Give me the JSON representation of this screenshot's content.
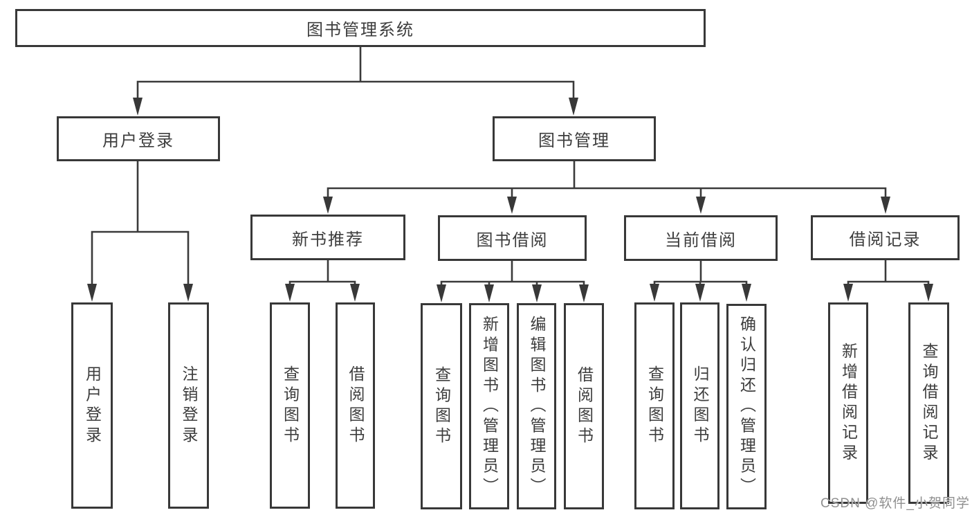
{
  "tree": {
    "label": "图书管理系统",
    "children": [
      {
        "label": "用户登录",
        "children": [
          {
            "label": "用户登录"
          },
          {
            "label": "注销登录"
          }
        ]
      },
      {
        "label": "图书管理",
        "children": [
          {
            "label": "新书推荐",
            "children": [
              {
                "label": "查询图书"
              },
              {
                "label": "借阅图书"
              }
            ]
          },
          {
            "label": "图书借阅",
            "children": [
              {
                "label": "查询图书"
              },
              {
                "label": "新增图书（管理员）"
              },
              {
                "label": "编辑图书（管理员）"
              },
              {
                "label": "借阅图书"
              }
            ]
          },
          {
            "label": "当前借阅",
            "children": [
              {
                "label": "查询图书"
              },
              {
                "label": "归还图书"
              },
              {
                "label": "确认归还（管理员）"
              }
            ]
          },
          {
            "label": "借阅记录",
            "children": [
              {
                "label": "新增借阅记录"
              },
              {
                "label": "查询借阅记录"
              }
            ]
          }
        ]
      }
    ]
  },
  "watermark": {
    "text": "CSDN @软件_小贺同学"
  },
  "colors": {
    "line": "#3a3a3a",
    "box_border": "#383838",
    "text": "#3d3d3d",
    "watermark": "#8f8f8f",
    "background": "#ffffff"
  }
}
